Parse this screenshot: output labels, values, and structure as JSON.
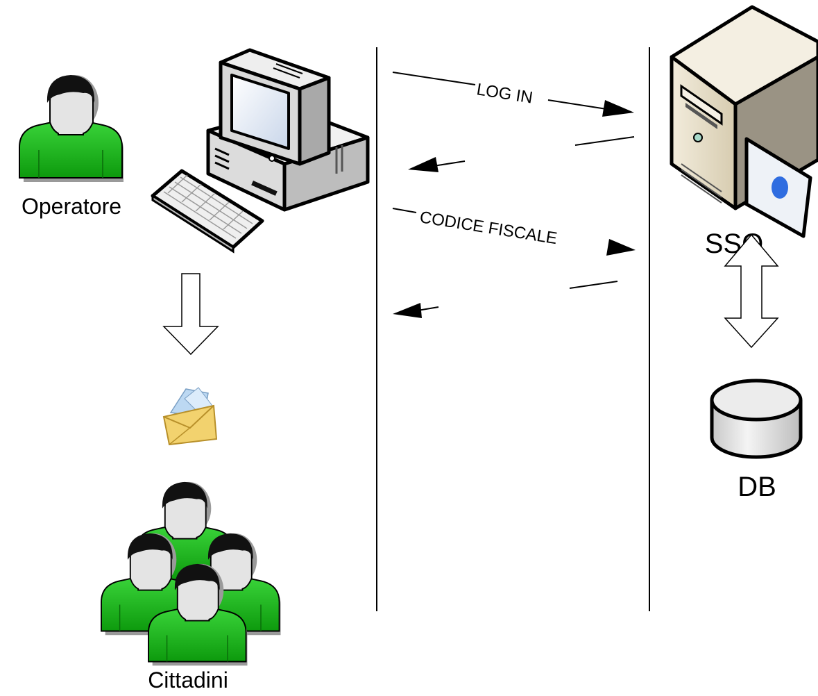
{
  "labels": {
    "operator": "Operatore",
    "citizens": "Cittadini",
    "sso": "SSO",
    "db": "DB"
  },
  "messages": {
    "login": "LOG IN",
    "fiscal_code": "CODICE FISCALE"
  },
  "icons": {
    "operator": "person-icon",
    "workstation": "desktop-computer-icon",
    "envelope": "open-envelope-icon",
    "citizens": "group-of-people-icon",
    "server": "server-icon",
    "database": "database-cylinder-icon"
  },
  "colors": {
    "person_body": "#1fbf1f",
    "person_body_dark": "#0a8a0a",
    "person_face": "#e4e4e4",
    "hair": "#111111",
    "server_body": "#e6dcc4",
    "server_dot": "#2f6de0",
    "db_fill": "#e0e0e0"
  }
}
